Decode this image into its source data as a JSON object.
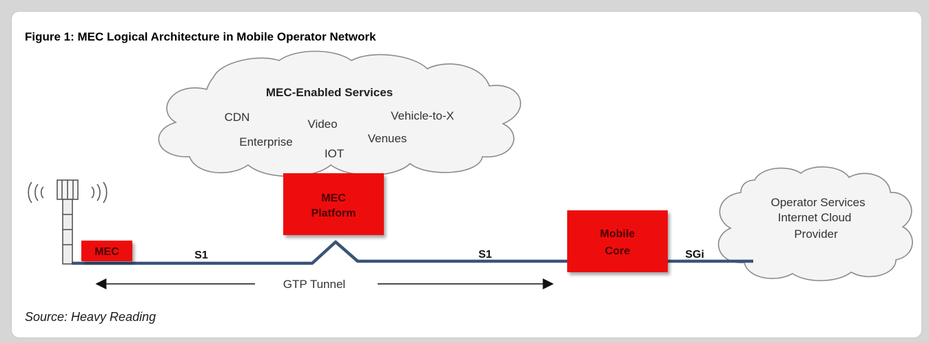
{
  "figure": {
    "title": "Figure 1: MEC Logical Architecture in Mobile Operator Network",
    "source": "Source: Heavy Reading"
  },
  "services_cloud": {
    "heading": "MEC-Enabled Services",
    "items": {
      "cdn": "CDN",
      "video": "Video",
      "vehicle": "Vehicle-to-X",
      "enterprise": "Enterprise",
      "venues": "Venues",
      "iot": "IOT"
    }
  },
  "boxes": {
    "mec_edge": "MEC",
    "mec_platform_line1": "MEC",
    "mec_platform_line2": "Platform",
    "mobile_core_line1": "Mobile",
    "mobile_core_line2": "Core"
  },
  "links": {
    "s1_left": "S1",
    "s1_right": "S1",
    "sgi": "SGi",
    "gtp_tunnel": "GTP Tunnel"
  },
  "operator_cloud": {
    "line1": "Operator Services",
    "line2": "Internet Cloud",
    "line3": "Provider"
  },
  "colors": {
    "box_red": "#ee1111",
    "line_blue": "#3a5478",
    "cloud_fill": "#f4f4f4",
    "cloud_stroke": "#8a8a8a"
  }
}
